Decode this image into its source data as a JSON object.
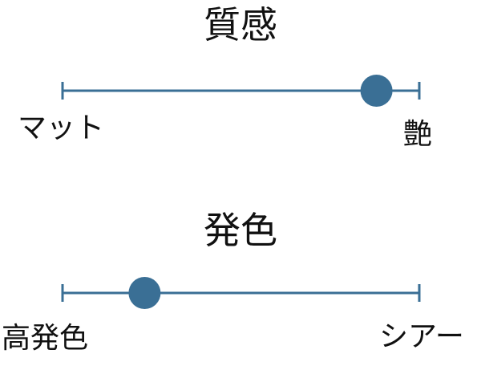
{
  "line_color": "#3a6f95",
  "sliders": [
    {
      "title": "質感",
      "left_label": "マット",
      "right_label": "艶",
      "value": 0.88
    },
    {
      "title": "発色",
      "left_label": "高発色",
      "right_label": "シアー",
      "value": 0.23
    }
  ]
}
